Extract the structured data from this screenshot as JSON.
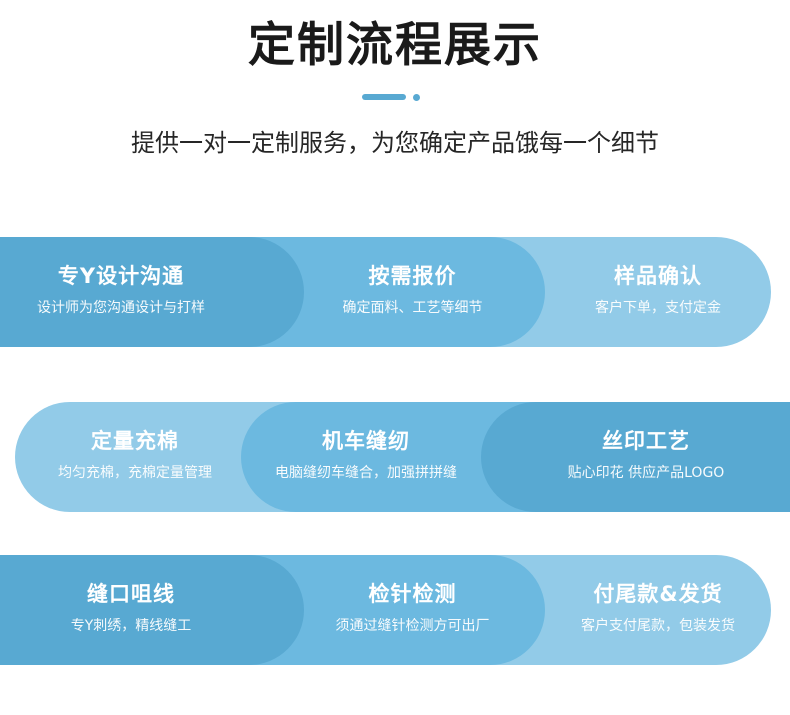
{
  "header": {
    "title": "定制流程展示",
    "subtitle": "提供一对一定制服务，为您确定产品饿每一个细节"
  },
  "colors": {
    "dark": "#58A9D2",
    "mid": "#6CB9E0",
    "light": "#92CBE8",
    "title": "#1a1a1a"
  },
  "steps": [
    {
      "title": "专Y设计沟通",
      "desc": "设计师为您沟通设计与打样"
    },
    {
      "title": "按需报价",
      "desc": "确定面料、工艺等细节"
    },
    {
      "title": "样品确认",
      "desc": "客户下单，支付定金"
    },
    {
      "title": "定量充棉",
      "desc": "均匀充棉，充棉定量管理"
    },
    {
      "title": "机车缝纫",
      "desc": "电脑缝纫车缝合，加强拼拼缝"
    },
    {
      "title": "丝印工艺",
      "desc": "贴心印花 供应产品LOGO"
    },
    {
      "title": "缝口咀线",
      "desc": "专Y刺绣，精线缝工"
    },
    {
      "title": "检针检测",
      "desc": "须通过缝针检测方可出厂"
    },
    {
      "title": "付尾款&发货",
      "desc": "客户支付尾款，包装发货"
    }
  ]
}
